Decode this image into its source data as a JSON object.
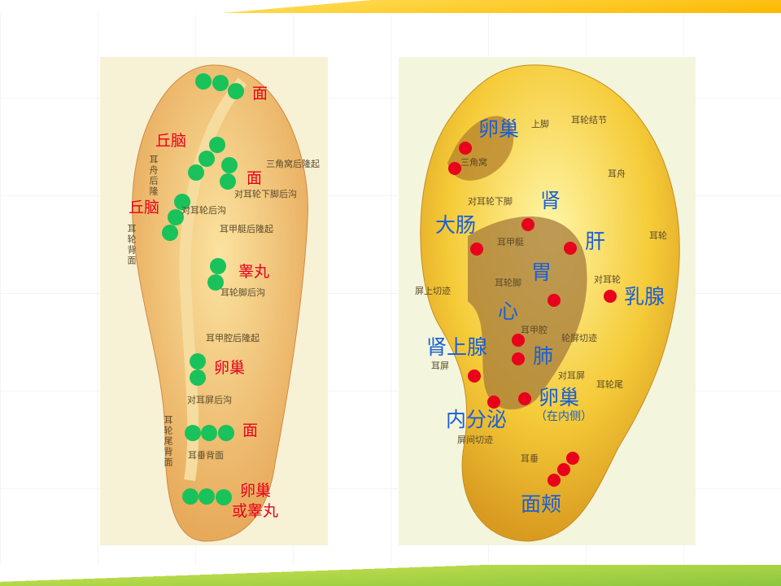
{
  "colors": {
    "green_point": "#19c25a",
    "red_point": "#e8001c",
    "label_red": "#e8001c",
    "label_blue": "#1a5fd6"
  },
  "left": {
    "red_labels": [
      "面",
      "丘脑",
      "面",
      "丘脑",
      "睾丸",
      "卵巢",
      "面",
      "卵巢",
      "或睾丸"
    ],
    "anatomy": [
      "三角窝后隆起",
      "对耳轮下脚后沟",
      "对耳轮后沟",
      "耳甲艇后隆起",
      "耳轮脚后沟",
      "耳甲腔后隆起",
      "对耳屏后沟",
      "耳垂背面"
    ],
    "vertical": [
      "耳舟后隆",
      "耳轮背面",
      "耳轮尾背面"
    ]
  },
  "right": {
    "blue_labels": [
      "卵巢",
      "肾",
      "大肠",
      "肝",
      "胃",
      "乳腺",
      "心",
      "肾上腺",
      "肺",
      "卵巢",
      "内分泌",
      "面颊"
    ],
    "note": "（在内侧）",
    "anatomy": [
      "上脚",
      "耳轮结节",
      "三角窝",
      "耳舟",
      "对耳轮下脚",
      "耳甲艇",
      "耳轮",
      "耳轮脚",
      "对耳轮",
      "屏上切迹",
      "耳甲腔",
      "轮屏切迹",
      "耳屏",
      "对耳屏",
      "耳轮尾",
      "屏间切迹",
      "耳垂"
    ]
  }
}
